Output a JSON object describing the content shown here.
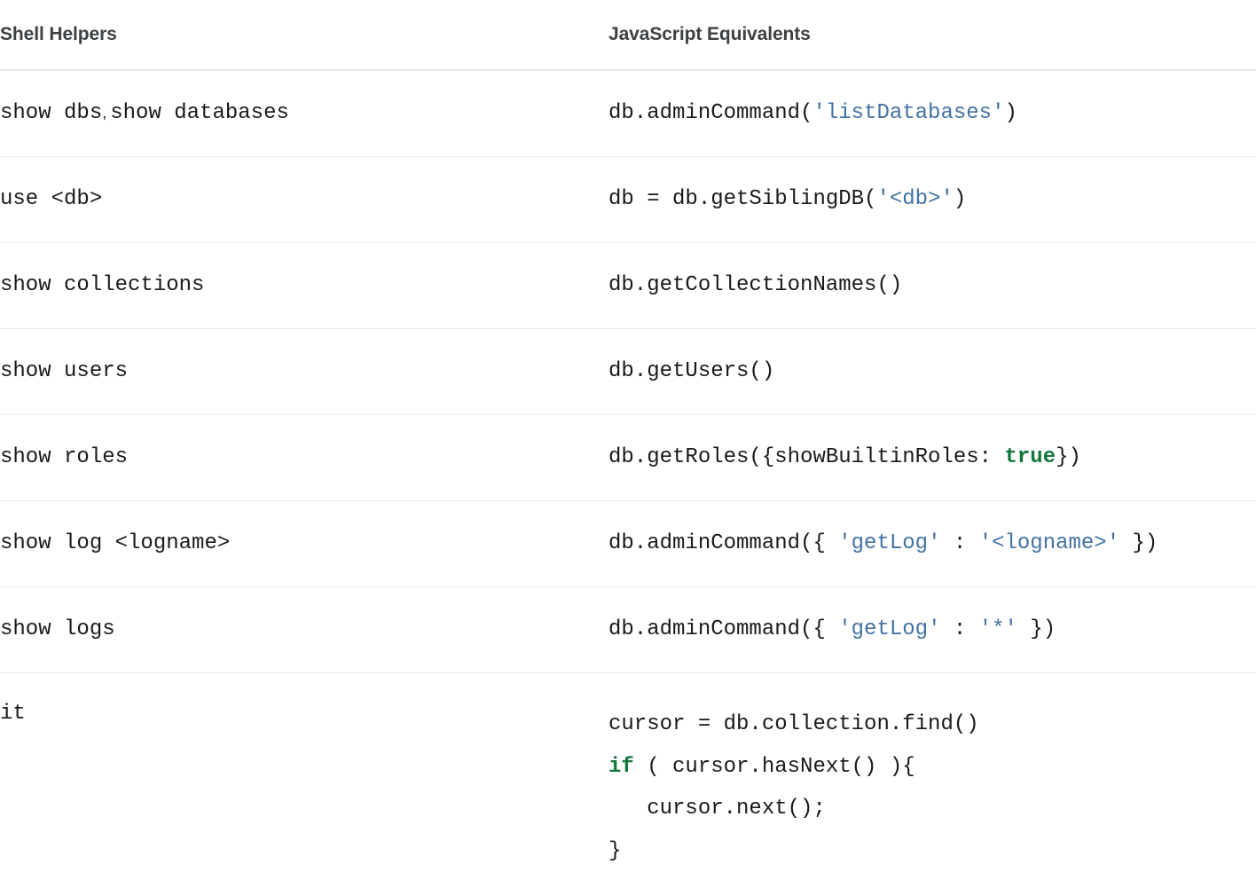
{
  "table": {
    "headers": {
      "shell": "Shell Helpers",
      "javascript": "JavaScript Equivalents"
    },
    "colors": {
      "string_literal": "#4272a4",
      "keyword": "#11773b",
      "text": "#1a1a1a",
      "header_text": "#3d4144",
      "row_divider": "#ebebeb"
    },
    "rows": [
      {
        "shell_parts": {
          "first": "show dbs",
          "separator": ",",
          "second": "show databases"
        },
        "js": {
          "lines": [
            {
              "segments": [
                {
                  "text": "db.adminCommand(",
                  "type": "plain"
                },
                {
                  "text": "'listDatabases'",
                  "type": "string"
                },
                {
                  "text": ")",
                  "type": "plain"
                }
              ]
            }
          ]
        }
      },
      {
        "shell": "use <db>",
        "js": {
          "lines": [
            {
              "segments": [
                {
                  "text": "db = db.getSiblingDB(",
                  "type": "plain"
                },
                {
                  "text": "'<db>'",
                  "type": "string"
                },
                {
                  "text": ")",
                  "type": "plain"
                }
              ]
            }
          ]
        }
      },
      {
        "shell": "show collections",
        "js": {
          "lines": [
            {
              "segments": [
                {
                  "text": "db.getCollectionNames()",
                  "type": "plain"
                }
              ]
            }
          ]
        }
      },
      {
        "shell": "show users",
        "js": {
          "lines": [
            {
              "segments": [
                {
                  "text": "db.getUsers()",
                  "type": "plain"
                }
              ]
            }
          ]
        }
      },
      {
        "shell": "show roles",
        "js": {
          "lines": [
            {
              "segments": [
                {
                  "text": "db.getRoles({showBuiltinRoles: ",
                  "type": "plain"
                },
                {
                  "text": "true",
                  "type": "keyword"
                },
                {
                  "text": "})",
                  "type": "plain"
                }
              ]
            }
          ]
        }
      },
      {
        "shell": "show log <logname>",
        "js": {
          "lines": [
            {
              "segments": [
                {
                  "text": "db.adminCommand({ ",
                  "type": "plain"
                },
                {
                  "text": "'getLog'",
                  "type": "string"
                },
                {
                  "text": " : ",
                  "type": "plain"
                },
                {
                  "text": "'<logname>'",
                  "type": "string"
                },
                {
                  "text": " })",
                  "type": "plain"
                }
              ]
            }
          ]
        }
      },
      {
        "shell": "show logs",
        "js": {
          "lines": [
            {
              "segments": [
                {
                  "text": "db.adminCommand({ ",
                  "type": "plain"
                },
                {
                  "text": "'getLog'",
                  "type": "string"
                },
                {
                  "text": " : ",
                  "type": "plain"
                },
                {
                  "text": "'*'",
                  "type": "string"
                },
                {
                  "text": " })",
                  "type": "plain"
                }
              ]
            }
          ]
        }
      },
      {
        "shell": "it",
        "tall": true,
        "js": {
          "lines": [
            {
              "segments": [
                {
                  "text": "cursor = db.collection.find()",
                  "type": "plain"
                }
              ]
            },
            {
              "segments": [
                {
                  "text": "if",
                  "type": "keyword"
                },
                {
                  "text": " ( cursor.hasNext() ){",
                  "type": "plain"
                }
              ]
            },
            {
              "segments": [
                {
                  "text": "   cursor.next();",
                  "type": "plain"
                }
              ]
            },
            {
              "segments": [
                {
                  "text": "}",
                  "type": "plain"
                }
              ]
            }
          ]
        }
      }
    ]
  }
}
